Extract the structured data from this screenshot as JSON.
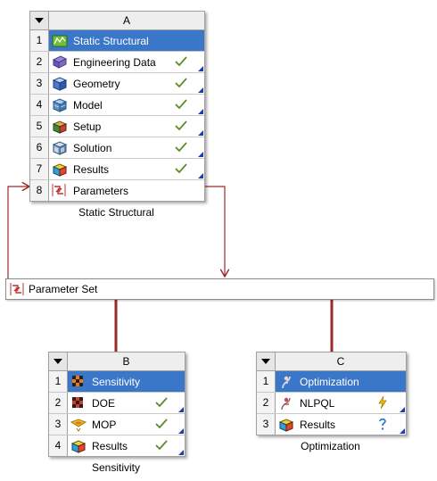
{
  "systems": [
    {
      "letter": "A",
      "caption": "Static Structural",
      "rows": [
        {
          "num": "1",
          "label": "Static Structural",
          "icon": "static-structural-icon",
          "status": "",
          "selected": true
        },
        {
          "num": "2",
          "label": "Engineering Data",
          "icon": "engineering-data-icon",
          "status": "check"
        },
        {
          "num": "3",
          "label": "Geometry",
          "icon": "geometry-icon",
          "status": "check"
        },
        {
          "num": "4",
          "label": "Model",
          "icon": "model-icon",
          "status": "check"
        },
        {
          "num": "5",
          "label": "Setup",
          "icon": "setup-icon",
          "status": "check"
        },
        {
          "num": "6",
          "label": "Solution",
          "icon": "solution-icon",
          "status": "check"
        },
        {
          "num": "7",
          "label": "Results",
          "icon": "results-icon",
          "status": "check"
        },
        {
          "num": "8",
          "label": "Parameters",
          "icon": "parameters-icon",
          "status": ""
        }
      ]
    },
    {
      "letter": "B",
      "caption": "Sensitivity",
      "rows": [
        {
          "num": "1",
          "label": "Sensitivity",
          "icon": "sensitivity-icon",
          "status": "",
          "selected": true
        },
        {
          "num": "2",
          "label": "DOE",
          "icon": "doe-icon",
          "status": "check"
        },
        {
          "num": "3",
          "label": "MOP",
          "icon": "mop-icon",
          "status": "check"
        },
        {
          "num": "4",
          "label": "Results",
          "icon": "results-icon",
          "status": "check"
        }
      ]
    },
    {
      "letter": "C",
      "caption": "Optimization",
      "rows": [
        {
          "num": "1",
          "label": "Optimization",
          "icon": "optimization-icon",
          "status": "",
          "selected": true
        },
        {
          "num": "2",
          "label": "NLPQL",
          "icon": "nlpql-icon",
          "status": "update-required"
        },
        {
          "num": "3",
          "label": "Results",
          "icon": "results-icon",
          "status": "unfulfilled"
        }
      ]
    }
  ],
  "parameter_set": {
    "label": "Parameter Set",
    "icon": "parameter-set-icon"
  },
  "colors": {
    "selected_row": "#3b77c9",
    "link_line": "#9b2a2a",
    "check": "#5a8a2a",
    "corner_triangle": "#1a3fa8"
  }
}
